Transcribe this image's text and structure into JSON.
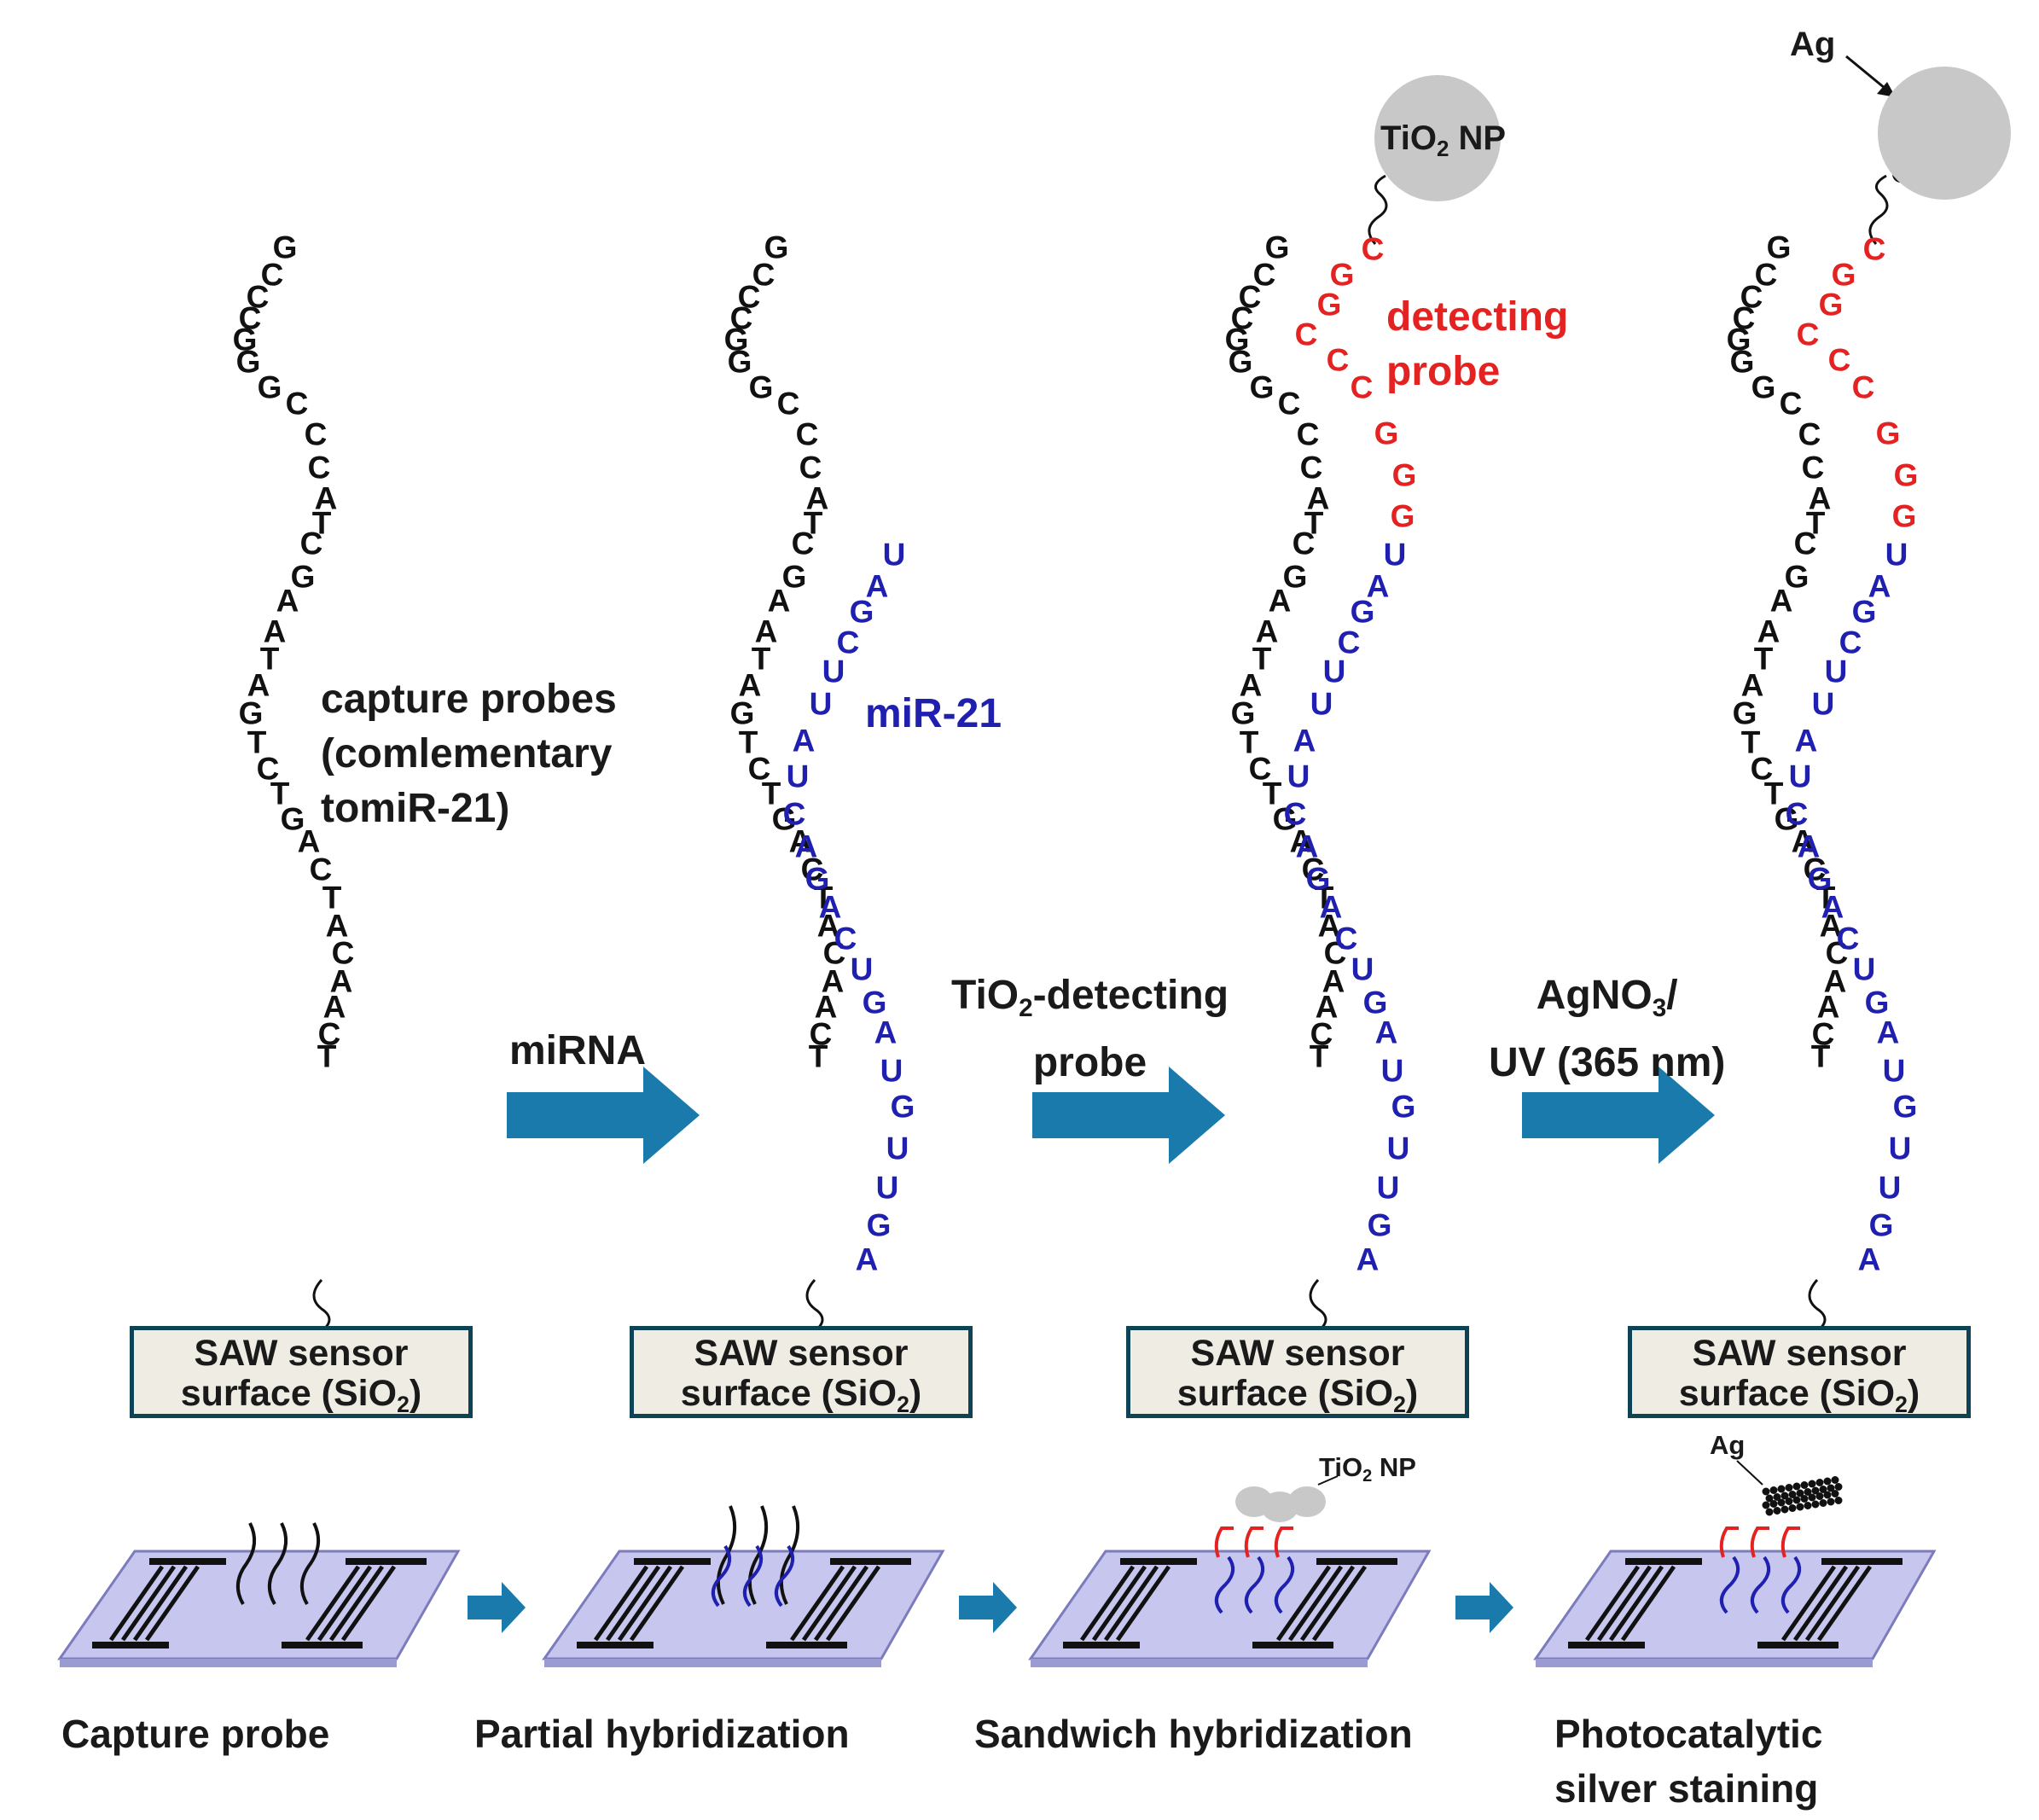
{
  "colors": {
    "capture_probe": "#111111",
    "mirna": "#1f1fb0",
    "detecting_probe": "#e52222",
    "arrow": "#1a7aab",
    "sensor_fill": "#efede3",
    "sensor_border": "#0e4356",
    "chip": "#c6c6ef",
    "electrode": "#111111",
    "nanoparticle": "#c8c8c8"
  },
  "labels": {
    "capture_probes": "capture probes\n(comlementary\ntomiR-21)",
    "mir21": "miR-21",
    "detecting_probe": "detecting\nprobe",
    "tio2_np_main": "TiO",
    "tio2_np_main_sub": "2",
    "tio2_np_main_tail": " NP",
    "ag_main": "Ag",
    "tio2_np_small": "TiO",
    "tio2_np_small_sub": "2",
    "tio2_np_small_tail": " NP",
    "ag_small": "Ag"
  },
  "arrows": [
    {
      "text": "miRNA"
    },
    {
      "text": "TiO",
      "sub": "2",
      "tail": "-detecting\nprobe"
    },
    {
      "text": "AgNO",
      "sub": "3",
      "tail": "/\nUV (365 nm)"
    }
  ],
  "sensor": {
    "line1": "SAW sensor",
    "line2": "surface (SiO",
    "sub": "2",
    "tail": ")"
  },
  "steps": [
    "Capture probe",
    "Partial hybridization",
    "Sandwich hybridization",
    "Photocatalytic\nsilver staining"
  ],
  "sequences": {
    "capture_probe": [
      "G",
      "C",
      "C",
      "C",
      "G",
      "G",
      "G",
      "C",
      "C",
      "C",
      "A",
      "T",
      "C",
      "G",
      "A",
      "A",
      "T",
      "A",
      "G",
      "T",
      "C",
      "T",
      "G",
      "A",
      "C",
      "T",
      "A",
      "C",
      "A",
      "A",
      "C",
      "T"
    ],
    "mir21": [
      "U",
      "A",
      "G",
      "C",
      "U",
      "U",
      "A",
      "U",
      "C",
      "A",
      "G",
      "A",
      "C",
      "U",
      "G",
      "A",
      "U",
      "G",
      "U",
      "U",
      "G",
      "A"
    ],
    "detecting_probe": [
      "C",
      "G",
      "G",
      "C",
      "C",
      "C",
      "G",
      "G",
      "G"
    ]
  }
}
